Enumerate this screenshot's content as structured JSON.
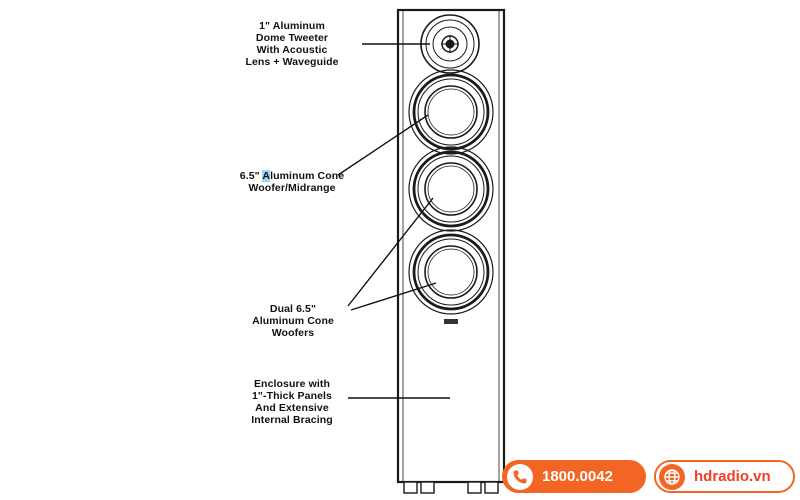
{
  "labels": {
    "tweeter": [
      "1\" Aluminum",
      "Dome Tweeter",
      "With Acoustic",
      "Lens + Waveguide"
    ],
    "midrange": {
      "line1_pre": "6.5\" ",
      "line1_hl": "A",
      "line1_post": "luminum Cone",
      "line2": "Woofer/Midrange"
    },
    "woofers": [
      "Dual 6.5\"",
      "Aluminum Cone",
      "Woofers"
    ],
    "enclosure": [
      "Enclosure with",
      "1\"-Thick Panels",
      "And Extensive",
      "Internal Bracing"
    ]
  },
  "contact": {
    "phone": "1800.0042",
    "website": "hdradio.vn",
    "icons": [
      "phone-icon",
      "globe-icon"
    ],
    "accent_color": "#f26522",
    "text_color": "#ef4023"
  }
}
